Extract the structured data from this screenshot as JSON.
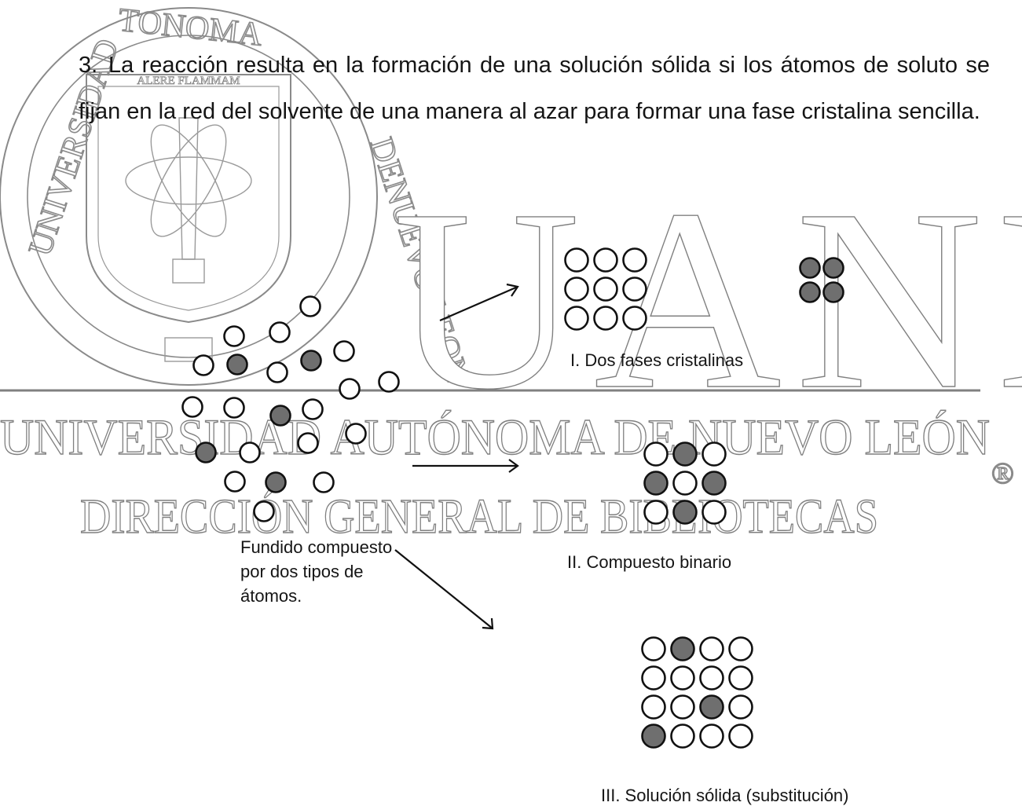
{
  "paragraph": {
    "number": "3.",
    "text": "La reacción resulta en la formación de una solución sólida si los átomos de soluto se fijan en la red del solvente de una manera al azar para formar una fase cristalina sencilla."
  },
  "watermark": {
    "big_letters": "UANL",
    "university": "UNIVERSIDAD AUTÓNOMA DE NUEVO LEÓN",
    "direction": "DIRECCIÓN GENERAL DE BIBLIOTECAS",
    "registered": "®",
    "seal_motto": "ALERE FLAMMAM",
    "seal_ring_text": "UNIVERSIDAD AUTONOMA DE NUEVO LEON"
  },
  "diagram": {
    "melt_label": "Fundido compuesto por dos tipos de átomos.",
    "results": [
      {
        "label": "I. Dos  fases cristalinas"
      },
      {
        "label": "II. Compuesto binario"
      },
      {
        "label": "III. Solución sólida (substitución)"
      }
    ],
    "colors": {
      "dark_atom": "#6f6f6f",
      "outline": "#111111",
      "watermark": "#8a8a8a"
    }
  }
}
